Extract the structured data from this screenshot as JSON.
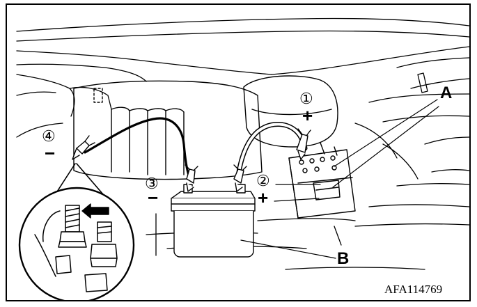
{
  "figure": {
    "callouts": {
      "a": "A",
      "b": "B"
    },
    "steps": [
      {
        "number": "①",
        "polarity": "+"
      },
      {
        "number": "②",
        "polarity": "+"
      },
      {
        "number": "③",
        "polarity": "−"
      },
      {
        "number": "④",
        "polarity": "−"
      }
    ],
    "code": "AFA114769",
    "colors": {
      "line": "#000000",
      "background": "#ffffff"
    }
  }
}
